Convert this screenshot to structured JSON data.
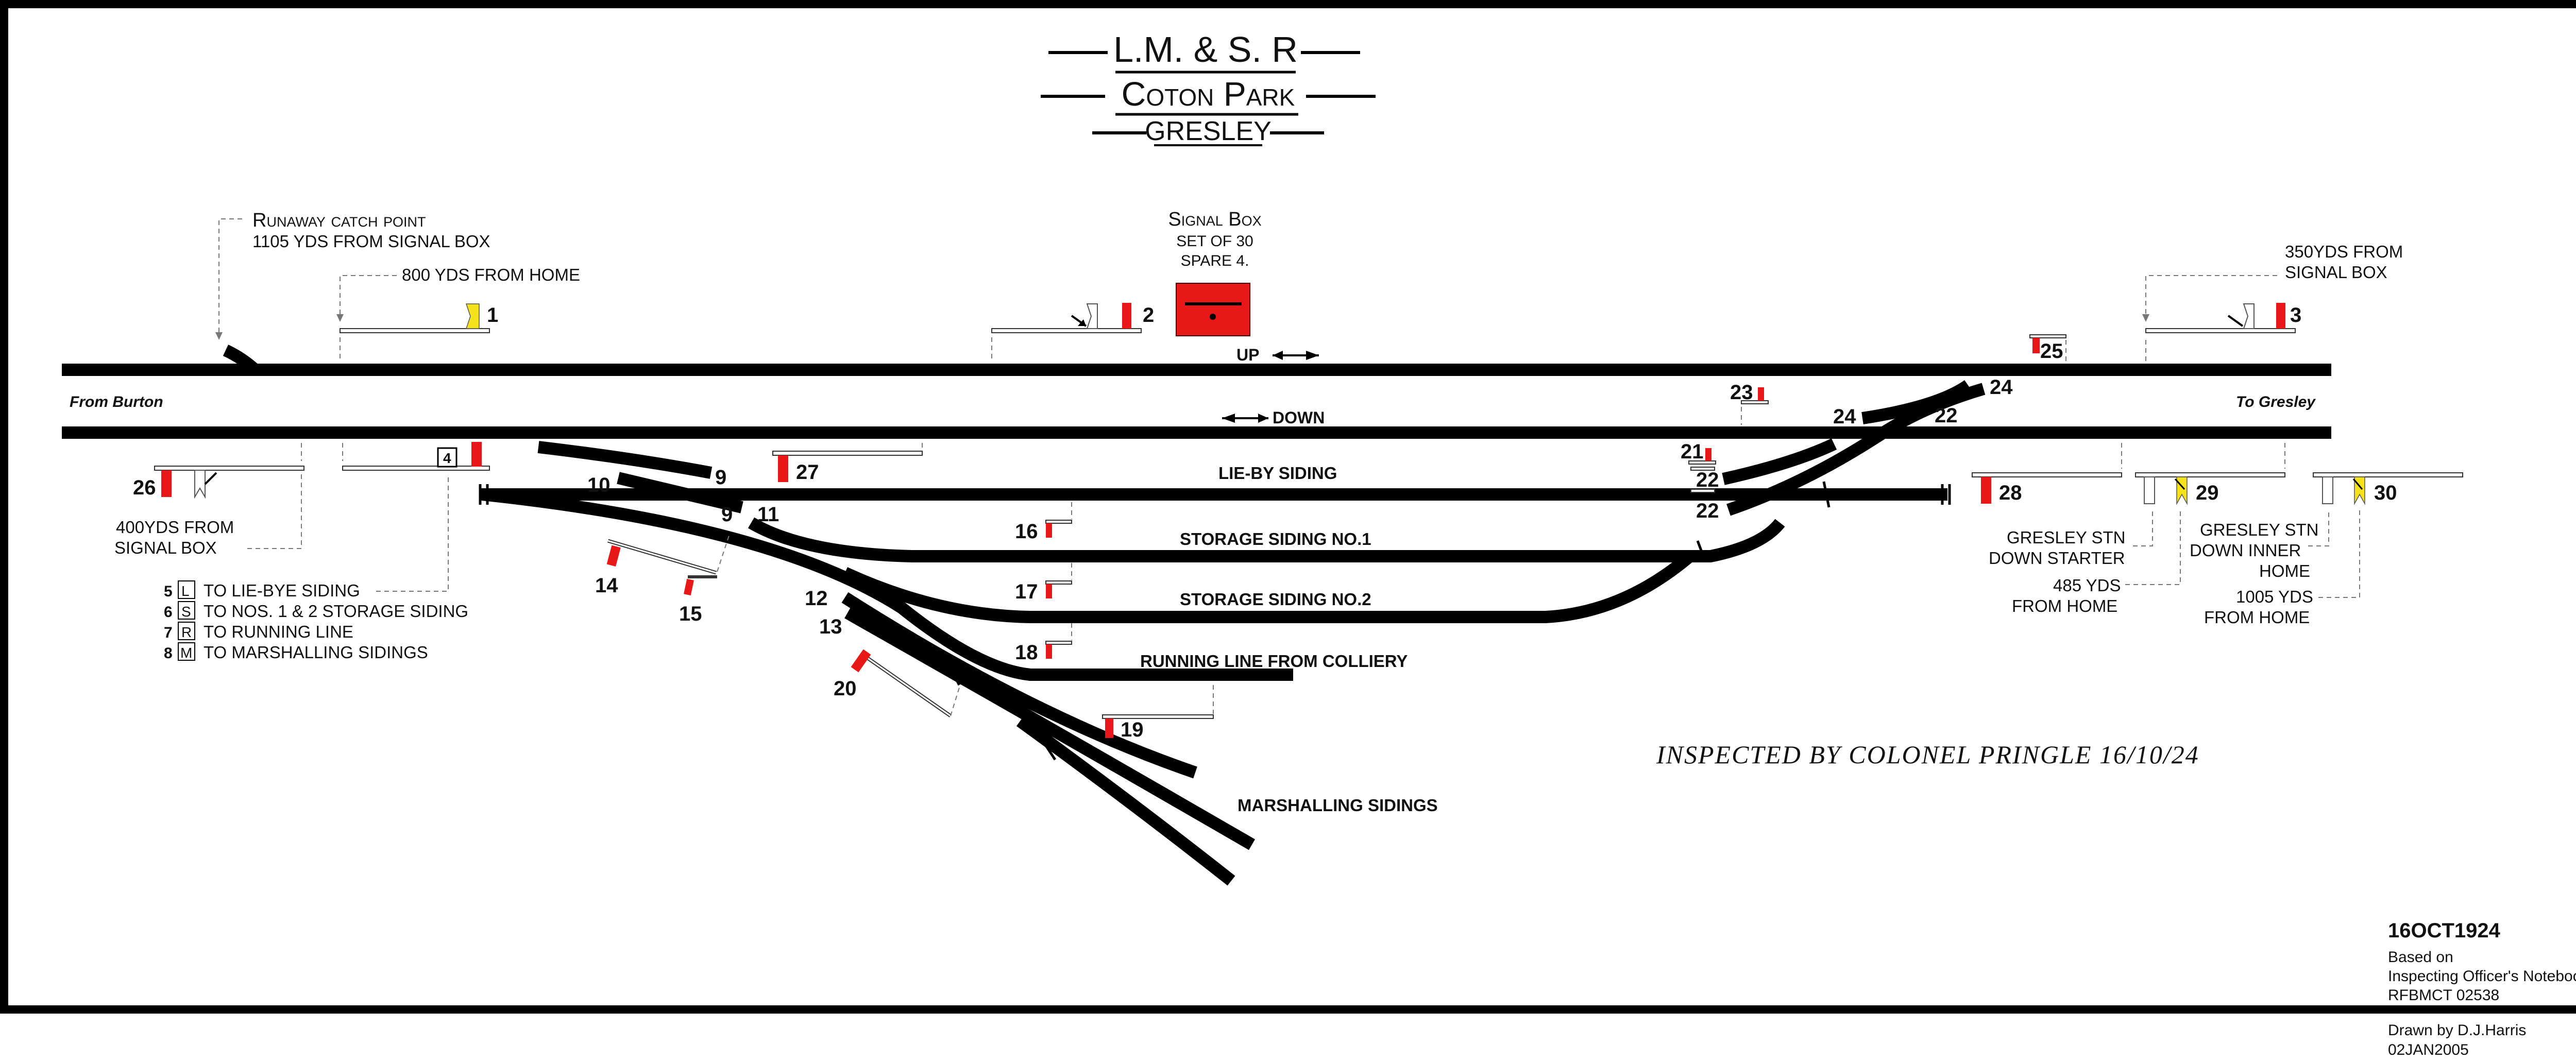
{
  "title": {
    "company": "L.M. & S. R",
    "location": "Coton Park",
    "sublocation": "GRESLEY"
  },
  "signal_box": {
    "label": "Signal Box",
    "set": "SET OF 30",
    "spare": "SPARE 4.",
    "color": "#e81818"
  },
  "lines": {
    "up": "UP",
    "down": "DOWN",
    "from": "From Burton",
    "to": "To Gresley"
  },
  "sidings": {
    "lie_by": "LIE-BY SIDING",
    "storage1": "STORAGE SIDING NO.1",
    "storage2": "STORAGE SIDING NO.2",
    "running": "RUNNING LINE FROM COLLIERY",
    "marshalling": "MARSHALLING SIDINGS"
  },
  "notes": {
    "catch_point_1": "Runaway catch point",
    "catch_point_2": "1105 YDS FROM SIGNAL BOX",
    "yds800": "800 YDS FROM HOME",
    "yds350_1": "350YDS FROM",
    "yds350_2": "SIGNAL BOX",
    "yds400_1": "400YDS FROM",
    "yds400_2": "SIGNAL BOX",
    "gresley_starter_1": "GRESLEY STN",
    "gresley_starter_2": "DOWN STARTER",
    "yds485_1": "485 YDS",
    "yds485_2": "FROM HOME",
    "gresley_inner_1": "GRESLEY STN",
    "gresley_inner_2": "DOWN INNER",
    "gresley_inner_3": "HOME",
    "yds1005_1": "1005 YDS",
    "yds1005_2": "FROM HOME"
  },
  "route_indicator": {
    "value": "4",
    "legend": [
      {
        "lever": "5",
        "letter": "L",
        "text": "TO LIE-BYE SIDING"
      },
      {
        "lever": "6",
        "letter": "S",
        "text": "TO NOS. 1 & 2 STORAGE SIDING"
      },
      {
        "lever": "7",
        "letter": "R",
        "text": "TO RUNNING LINE"
      },
      {
        "lever": "8",
        "letter": "M",
        "text": "TO MARSHALLING SIDINGS"
      }
    ]
  },
  "levers": {
    "l1": "1",
    "l2": "2",
    "l3": "3",
    "l9a": "9",
    "l9b": "9",
    "l10": "10",
    "l11": "11",
    "l12": "12",
    "l13": "13",
    "l14": "14",
    "l15": "15",
    "l16": "16",
    "l17": "17",
    "l18": "18",
    "l19": "19",
    "l20": "20",
    "l21": "21",
    "l22a": "22",
    "l22b": "22",
    "l22c": "22",
    "l23": "23",
    "l24a": "24",
    "l24b": "24",
    "l25": "25",
    "l26": "26",
    "l27": "27",
    "l28": "28",
    "l29": "29",
    "l30": "30"
  },
  "inspection": "INSPECTED BY COLONEL PRINGLE 16/10/24",
  "footer": {
    "date": "16OCT1924",
    "based_1": "Based on",
    "based_2": "Inspecting Officer's Notebook",
    "based_3": "RFBMCT 02538",
    "drawn_1": "Drawn by D.J.Harris",
    "drawn_2": "02JAN2005"
  },
  "colors": {
    "signal_red": "#e81818",
    "distant_yellow": "#f5e21a",
    "track": "#000000"
  }
}
